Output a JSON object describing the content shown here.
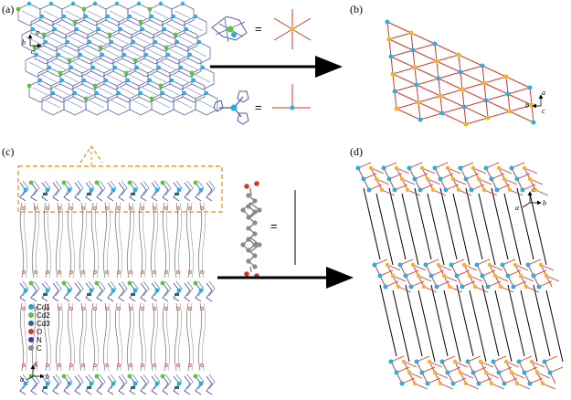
{
  "panels": {
    "a": "(a)",
    "b": "(b)",
    "c": "(c)",
    "d": "(d)"
  },
  "equals_sign": "=",
  "axes": {
    "a_panel": {
      "v": "b",
      "h": "a",
      "o": "c"
    },
    "b_panel": {
      "v": "a",
      "h": "b",
      "o": "c"
    },
    "c_panel": {
      "v": "c",
      "h": "b",
      "o": "a"
    },
    "d_panel": {
      "v": "c",
      "h": "b",
      "o": "a"
    }
  },
  "legend": [
    {
      "label": "Cd1",
      "color": "#1fa7c2"
    },
    {
      "label": "Cd2",
      "color": "#5ec23a"
    },
    {
      "label": "Cd3",
      "color": "#1a6e74"
    },
    {
      "label": "O",
      "color": "#d6372b"
    },
    {
      "label": "N",
      "color": "#2b3f9e"
    },
    {
      "label": "C",
      "color": "#8a8a8a"
    }
  ],
  "colors": {
    "net_red": "#d6372b",
    "node_cyan": "#29aee0",
    "node_yellow": "#f0b429",
    "ligand_blue": "#4a5aa8",
    "highlight_orange": "#f0a020",
    "pillar_grey": "#7d7d7d"
  }
}
